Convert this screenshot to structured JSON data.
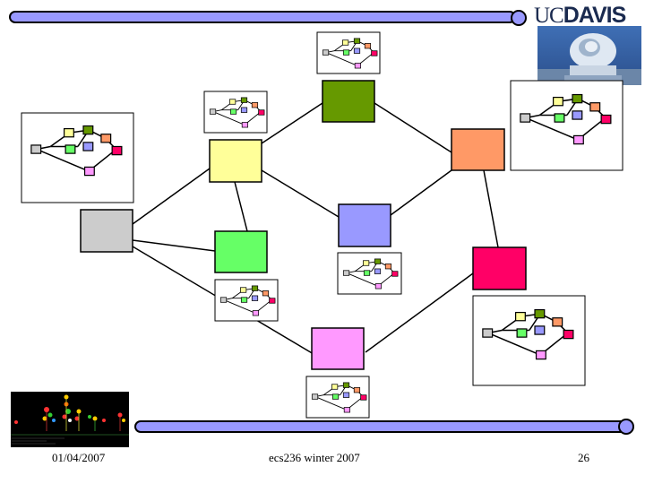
{
  "logo": {
    "part1": "UC",
    "part2": "DAVIS"
  },
  "footer": {
    "date": "01/04/2007",
    "course": "ecs236 winter 2007",
    "page": "26"
  },
  "colors": {
    "bar": "#9999ff",
    "node_dark_green": "#669900",
    "node_yellow": "#ffff99",
    "node_orange": "#ff9966",
    "node_gray": "#cccccc",
    "node_blue": "#9999ff",
    "node_light_green": "#66ff66",
    "node_red": "#ff0066",
    "node_pink": "#ff99ff"
  }
}
